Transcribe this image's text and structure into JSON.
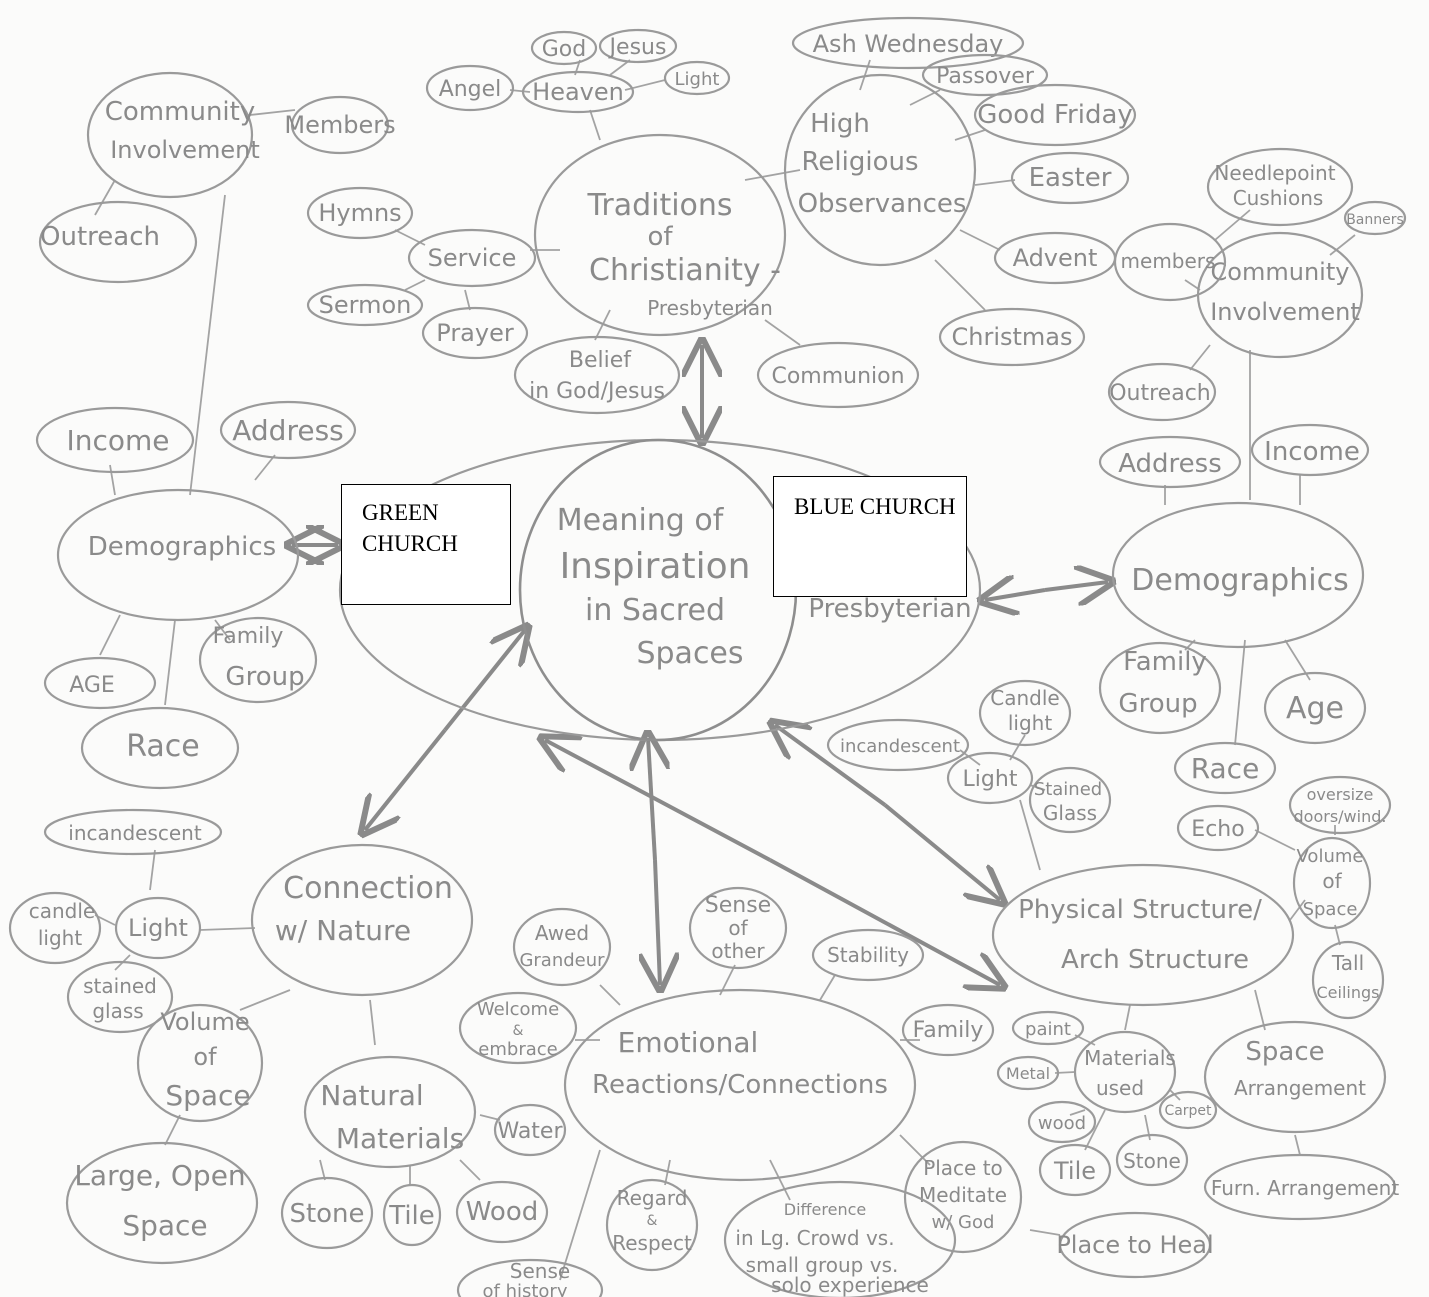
{
  "center": {
    "line1": "Meaning of",
    "line2": "Inspiration",
    "line3": "in Sacred",
    "line4": "Spaces",
    "side": "Presbyterian"
  },
  "labels": {
    "green_church": "GREEN CHURCH",
    "blue_church": "BLUE CHURCH"
  },
  "traditions": {
    "main": [
      "Traditions",
      "of",
      "Christianity -",
      "Presbyterian"
    ],
    "heaven": "Heaven",
    "god": "God",
    "jesus": "Jesus",
    "light": "Light",
    "angel": "Angel",
    "service": "Service",
    "hymns": "Hymns",
    "sermon": "Sermon",
    "prayer": "Prayer",
    "belief": [
      "Belief",
      "in God/Jesus"
    ],
    "communion": "Communion"
  },
  "observances": {
    "main": [
      "High",
      "Religious",
      "Observances"
    ],
    "items": {
      "ash_wednesday": "Ash Wednesday",
      "passover": "Passover",
      "good_friday": "Good Friday",
      "easter": "Easter",
      "advent": "Advent",
      "christmas": "Christmas"
    }
  },
  "left_community": {
    "main": [
      "Community",
      "Involvement"
    ],
    "members": "Members",
    "outreach": "Outreach"
  },
  "left_demographics": {
    "main": "Demographics",
    "income": "Income",
    "address": "Address",
    "age": "AGE",
    "family": [
      "Family",
      "Group"
    ],
    "race": "Race"
  },
  "right_community": {
    "main": [
      "Community",
      "Involvement"
    ],
    "needlepoint": [
      "Needlepoint",
      "Cushions"
    ],
    "banners": "Banners",
    "members": "members",
    "outreach": "Outreach"
  },
  "right_demographics": {
    "main": "Demographics",
    "address": "Address",
    "income": "Income",
    "family": [
      "Family",
      "Group"
    ],
    "age": "Age",
    "race": "Race"
  },
  "nature": {
    "main": [
      "Connection",
      "w/ Nature"
    ],
    "light": "Light",
    "incandescent": "incandescent",
    "candle": [
      "candle",
      "light"
    ],
    "stained": [
      "stained",
      "glass"
    ],
    "volume": [
      "Volume",
      "of",
      "Space"
    ],
    "large": [
      "Large, Open",
      "Space"
    ],
    "materials": [
      "Natural",
      "Materials"
    ],
    "water": "Water",
    "stone": "Stone",
    "tile": "Tile",
    "wood": "Wood"
  },
  "emotional": {
    "main": [
      "Emotional",
      "Reactions/Connections"
    ],
    "awed": [
      "Awed",
      "Grandeur"
    ],
    "other": [
      "Sense",
      "of",
      "other"
    ],
    "stability": "Stability",
    "welcome": [
      "Welcome",
      "&",
      "embrace"
    ],
    "family": "Family",
    "meditate": [
      "Place to",
      "Meditate",
      "w/ God"
    ],
    "heal": "Place to Heal",
    "regard": [
      "Regard",
      "&",
      "Respect"
    ],
    "difference": [
      "Difference",
      "in Lg. Crowd vs.",
      "small group vs.",
      "solo experience"
    ],
    "history": [
      "Sense",
      "of history"
    ]
  },
  "physical": {
    "main": [
      "Physical Structure/",
      "Arch Structure"
    ],
    "light": "Light",
    "incandescent": "incandescent",
    "candle": [
      "Candle",
      "light"
    ],
    "stained": [
      "Stained",
      "Glass"
    ],
    "echo": "Echo",
    "oversize": [
      "oversize",
      "doors/wind."
    ],
    "volume": [
      "Volume",
      "of",
      "Space"
    ],
    "ceilings": [
      "Tall",
      "Ceilings"
    ],
    "materials": [
      "Materials",
      "used"
    ],
    "paint": "paint",
    "metal": "Metal",
    "wood": "wood",
    "tile": "Tile",
    "stone": "Stone",
    "carpet": "Carpet",
    "space": [
      "Space",
      "Arrangement"
    ],
    "furn": "Furn. Arrangement"
  }
}
